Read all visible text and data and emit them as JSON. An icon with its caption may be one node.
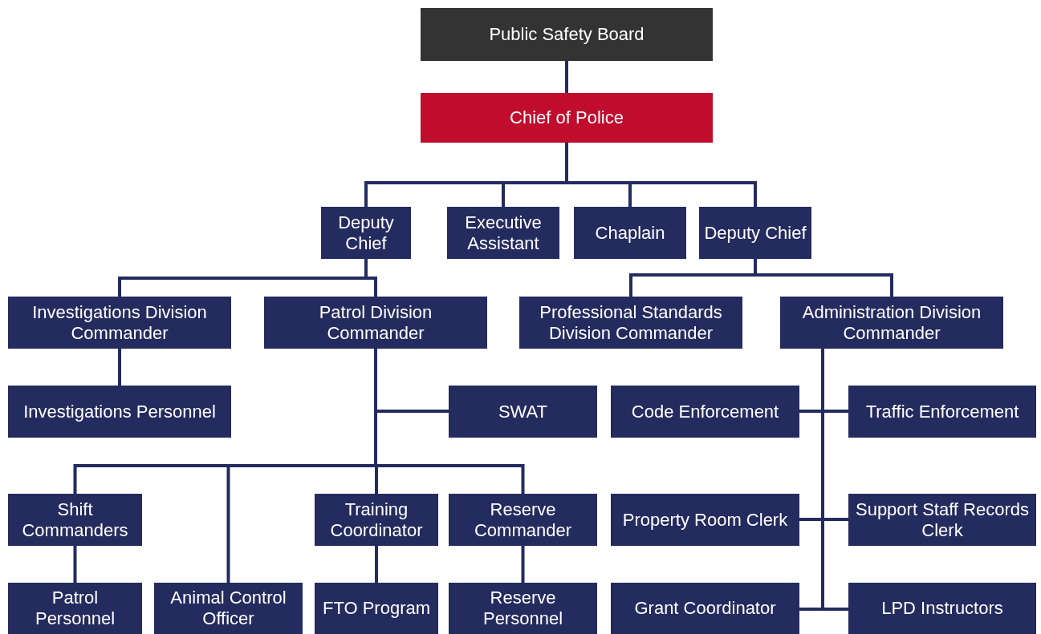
{
  "diagram": {
    "nodes": [
      {
        "text": [
          "Public Safety Board"
        ]
      },
      {
        "text": [
          "Chief of Police"
        ]
      },
      {
        "text": [
          "Deputy Chief"
        ]
      },
      {
        "text": [
          "Executive Assistant"
        ]
      },
      {
        "text": [
          "Chaplain"
        ]
      },
      {
        "text": [
          "Deputy Chief"
        ]
      },
      {
        "text": [
          "Investigations Division Commander"
        ]
      },
      {
        "text": [
          "Patrol Division Commander"
        ]
      },
      {
        "text": [
          "Professional Standards Division Commander"
        ]
      },
      {
        "text": [
          "Administration Division Commander"
        ]
      },
      {
        "text": [
          "Investigations Personnel"
        ]
      },
      {
        "text": [
          "SWAT"
        ]
      },
      {
        "text": [
          "Code Enforcement"
        ]
      },
      {
        "text": [
          "Traffic Enforcement"
        ]
      },
      {
        "text": [
          "Shift Commanders"
        ]
      },
      {
        "text": [
          "Training Coordinator"
        ]
      },
      {
        "text": [
          "Reserve Commander"
        ]
      },
      {
        "text": [
          "Property Room Clerk"
        ]
      },
      {
        "text": [
          "Support Staff Records Clerk"
        ]
      },
      {
        "text": [
          "Patrol Personnel"
        ]
      },
      {
        "text": [
          "Animal Control Officer"
        ]
      },
      {
        "text": [
          "FTO Program"
        ]
      },
      {
        "text": [
          "Reserve Personnel"
        ]
      },
      {
        "text": [
          "Grant Coordinator"
        ]
      },
      {
        "text": [
          "LPD Instructors"
        ]
      }
    ],
    "edges": [
      {
        "from": 0,
        "to": 1,
        "arrow": "none"
      },
      {
        "from": 1,
        "to": 2,
        "arrow": "none"
      },
      {
        "from": 1,
        "to": 3,
        "arrow": "none"
      },
      {
        "from": 1,
        "to": 4,
        "arrow": "none"
      },
      {
        "from": 1,
        "to": 5,
        "arrow": "none"
      },
      {
        "from": 2,
        "to": 6,
        "arrow": "none"
      },
      {
        "from": 2,
        "to": 7,
        "arrow": "none"
      },
      {
        "from": 5,
        "to": 8,
        "arrow": "none"
      },
      {
        "from": 5,
        "to": 9,
        "arrow": "none"
      },
      {
        "from": 6,
        "to": 10,
        "arrow": "none"
      },
      {
        "from": 7,
        "to": 11,
        "arrow": "none"
      },
      {
        "from": 7,
        "to": 14,
        "arrow": "none"
      },
      {
        "from": 7,
        "to": 20,
        "arrow": "none"
      },
      {
        "from": 7,
        "to": 15,
        "arrow": "none"
      },
      {
        "from": 7,
        "to": 16,
        "arrow": "none"
      },
      {
        "from": 14,
        "to": 19,
        "arrow": "none"
      },
      {
        "from": 15,
        "to": 21,
        "arrow": "none"
      },
      {
        "from": 16,
        "to": 22,
        "arrow": "none"
      },
      {
        "from": 9,
        "to": 12,
        "arrow": "none"
      },
      {
        "from": 9,
        "to": 13,
        "arrow": "none"
      },
      {
        "from": 9,
        "to": 17,
        "arrow": "none"
      },
      {
        "from": 9,
        "to": 18,
        "arrow": "none"
      },
      {
        "from": 9,
        "to": 23,
        "arrow": "none"
      },
      {
        "from": 9,
        "to": 24,
        "arrow": "none"
      }
    ]
  }
}
